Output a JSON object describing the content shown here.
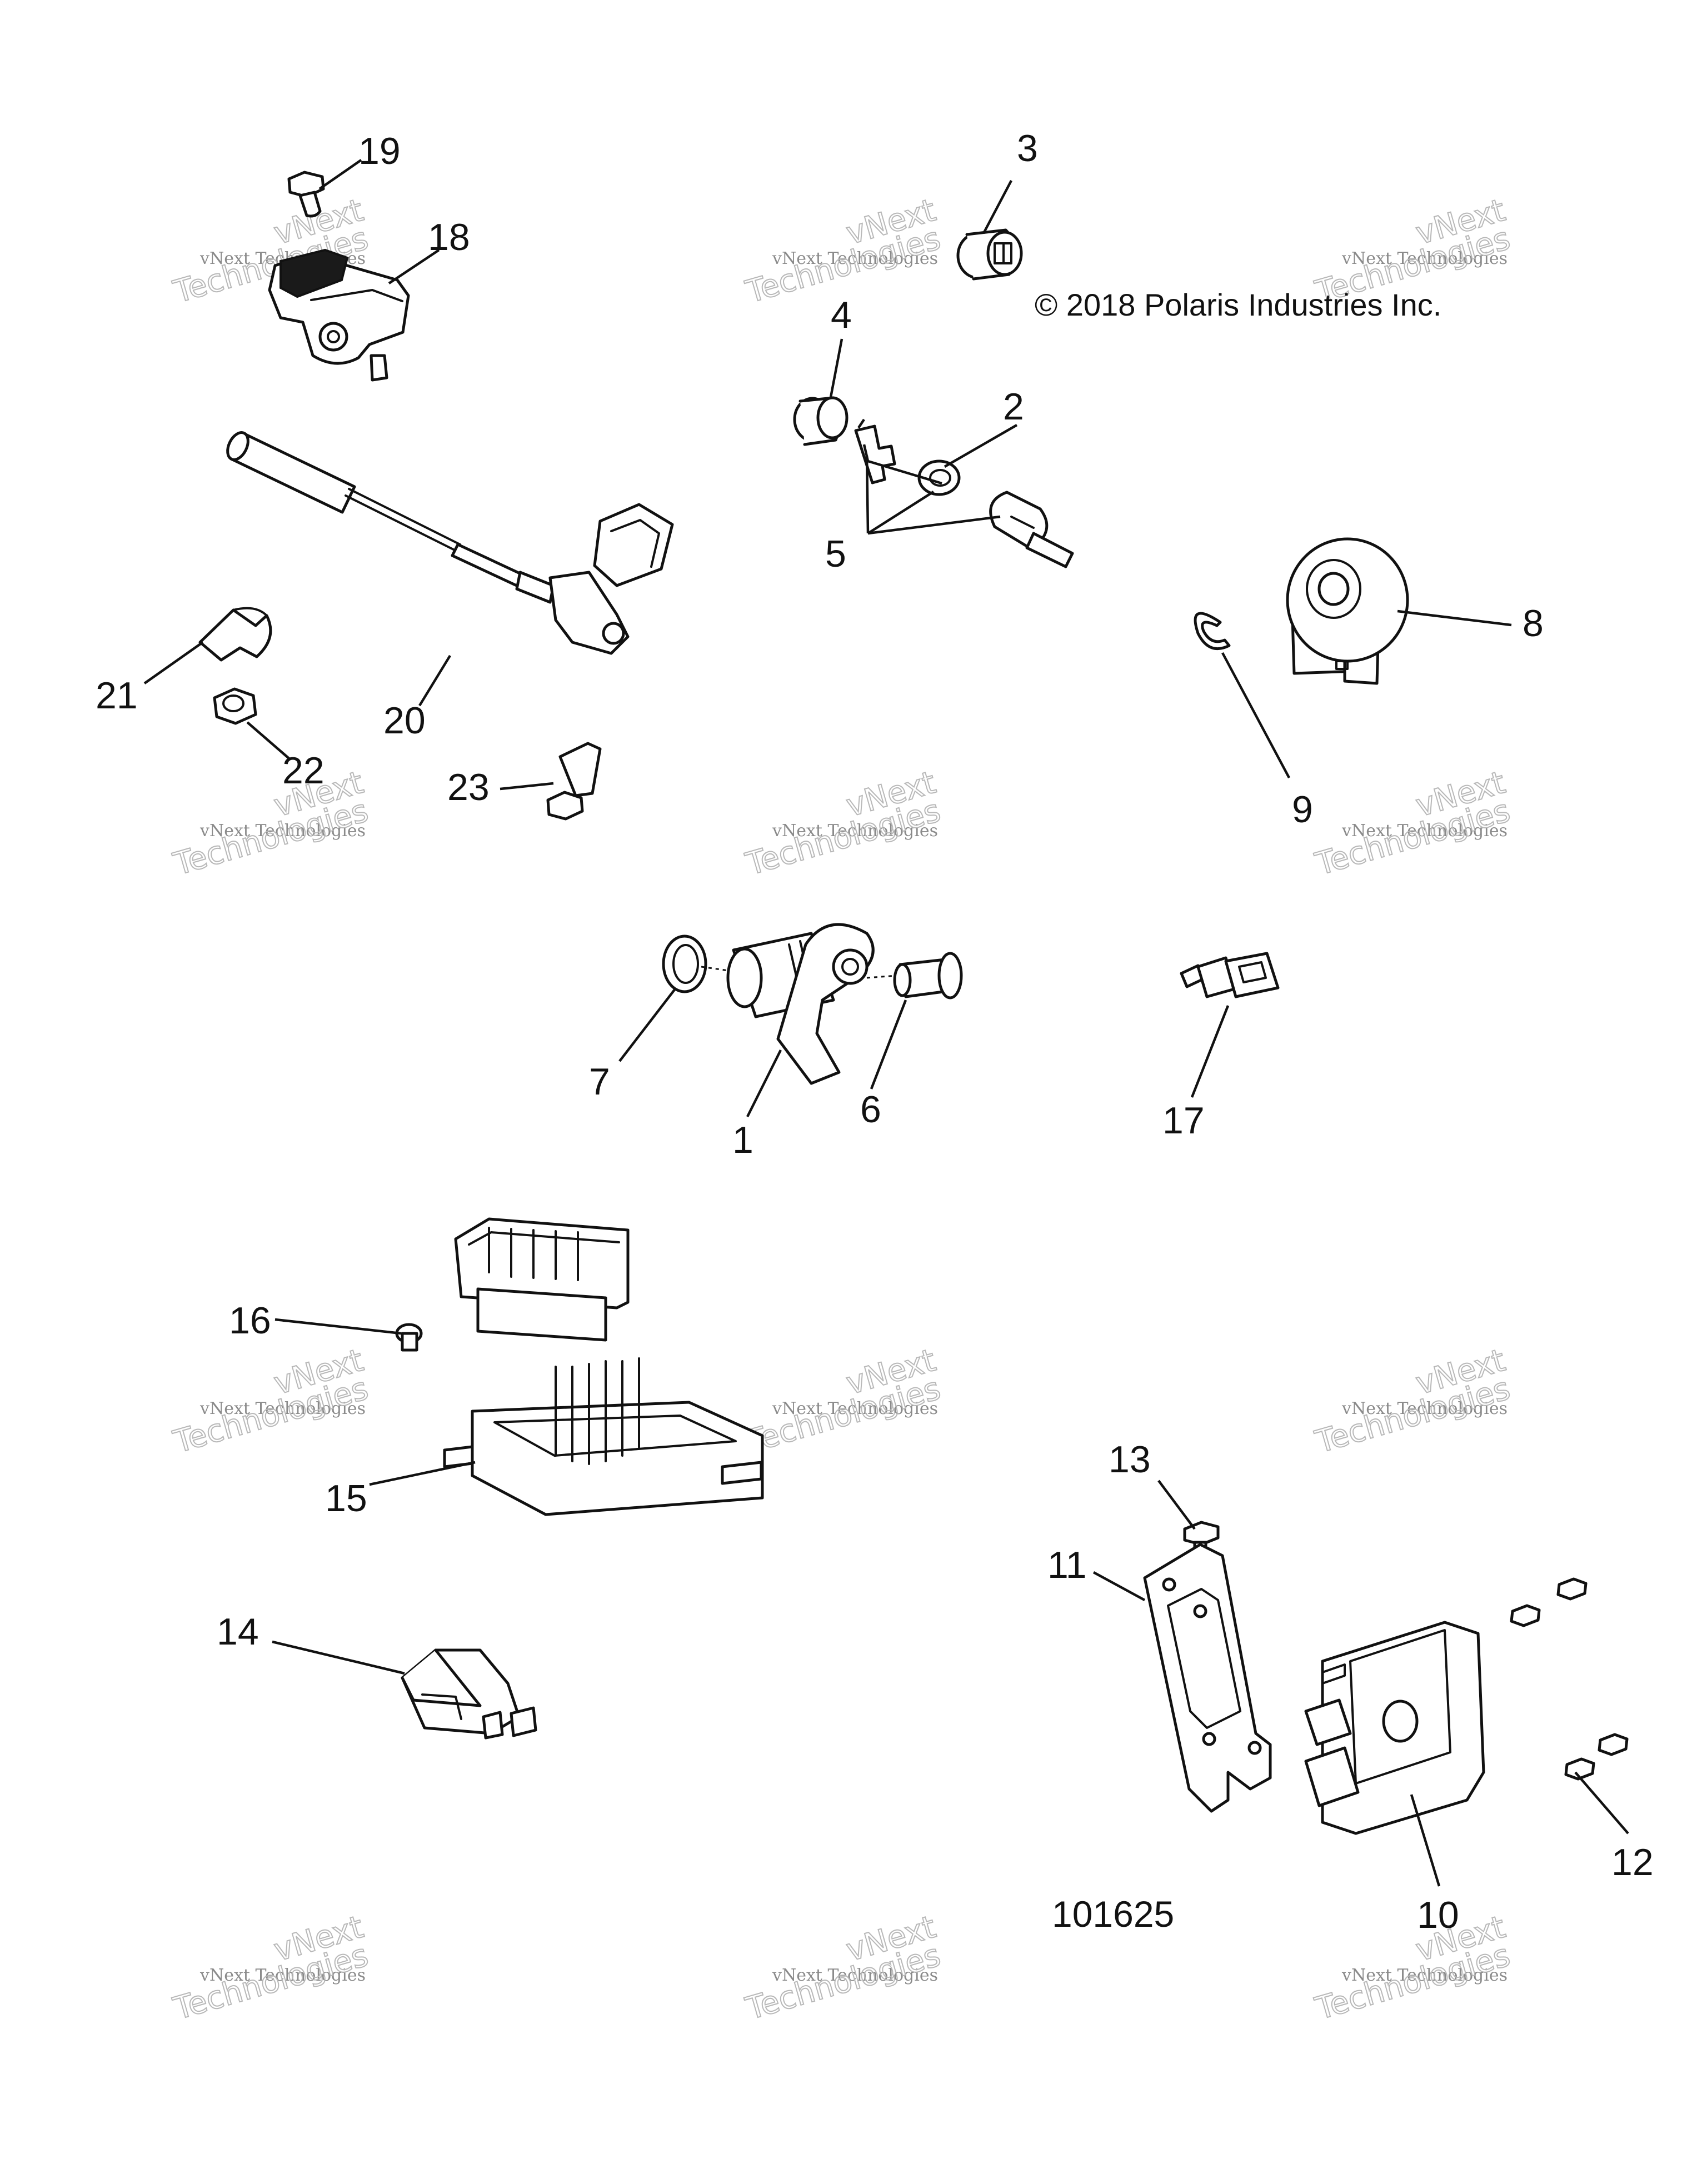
{
  "copyright": "© 2018 Polaris Industries Inc.",
  "reference_number": "101625",
  "watermark": {
    "line1": "vNext Technologies",
    "line2": "vNext",
    "line3": "Technologies"
  },
  "callouts": {
    "c1": "1",
    "c2": "2",
    "c3": "3",
    "c4": "4",
    "c5": "5",
    "c6": "6",
    "c7": "7",
    "c8": "8",
    "c9": "9",
    "c10": "10",
    "c11": "11",
    "c12": "12",
    "c13": "13",
    "c14": "14",
    "c15": "15",
    "c16": "16",
    "c17": "17",
    "c18": "18",
    "c19": "19",
    "c20": "20",
    "c21": "21",
    "c22": "22",
    "c23": "23"
  }
}
